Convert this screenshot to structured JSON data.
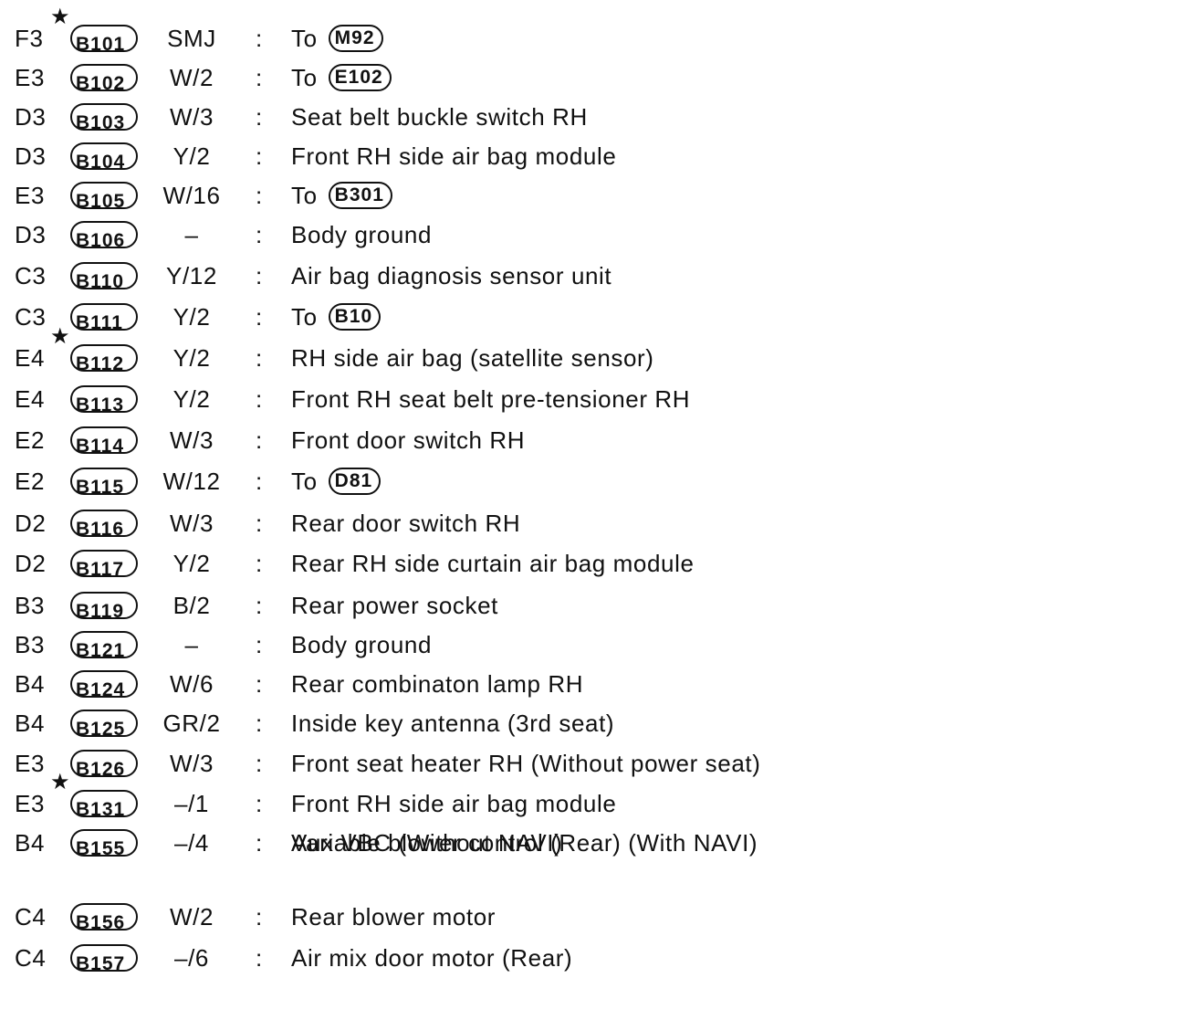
{
  "rows": [
    {
      "location": "F3",
      "star": "★",
      "connector": "B101",
      "type": "SMJ",
      "colon": ":",
      "description": "To",
      "to_connector": "M92"
    },
    {
      "location": "E3",
      "star": "",
      "connector": "B102",
      "type": "W/2",
      "colon": ":",
      "description": "To",
      "to_connector": "E102"
    },
    {
      "location": "D3",
      "star": "",
      "connector": "B103",
      "type": "W/3",
      "colon": ":",
      "description": "Seat belt buckle switch RH"
    },
    {
      "location": "D3",
      "star": "",
      "connector": "B104",
      "type": "Y/2",
      "colon": ":",
      "description": "Front RH side air bag module"
    },
    {
      "location": "E3",
      "star": "",
      "connector": "B105",
      "type": "W/16",
      "colon": ":",
      "description": "To",
      "to_connector": "B301"
    },
    {
      "location": "D3",
      "star": "",
      "connector": "B106",
      "type": "–",
      "colon": ":",
      "description": "Body ground"
    },
    {
      "location": "C3",
      "star": "",
      "connector": "B110",
      "type": "Y/12",
      "colon": ":",
      "description": "Air bag diagnosis sensor unit"
    },
    {
      "location": "C3",
      "star": "",
      "connector": "B111",
      "type": "Y/2",
      "colon": ":",
      "description": "To",
      "to_connector": "B10"
    },
    {
      "location": "E4",
      "star": "★",
      "connector": "B112",
      "type": "Y/2",
      "colon": ":",
      "description": "RH side air bag (satellite sensor)"
    },
    {
      "location": "E4",
      "star": "",
      "connector": "B113",
      "type": "Y/2",
      "colon": ":",
      "description": "Front RH seat belt pre-tensioner RH"
    },
    {
      "location": "E2",
      "star": "",
      "connector": "B114",
      "type": "W/3",
      "colon": ":",
      "description": "Front door switch RH"
    },
    {
      "location": "E2",
      "star": "",
      "connector": "B115",
      "type": "W/12",
      "colon": ":",
      "description": "To",
      "to_connector": "D81"
    },
    {
      "location": "D2",
      "star": "",
      "connector": "B116",
      "type": "W/3",
      "colon": ":",
      "description": "Rear door switch RH"
    },
    {
      "location": "D2",
      "star": "",
      "connector": "B117",
      "type": "Y/2",
      "colon": ":",
      "description": "Rear RH side curtain air bag module"
    },
    {
      "location": "B3",
      "star": "",
      "connector": "B119",
      "type": "B/2",
      "colon": ":",
      "description": "Rear power socket"
    },
    {
      "location": "B3",
      "star": "",
      "connector": "B121",
      "type": "–",
      "colon": ":",
      "description": "Body ground"
    },
    {
      "location": "B4",
      "star": "",
      "connector": "B124",
      "type": "W/6",
      "colon": ":",
      "description": "Rear combinaton lamp RH"
    },
    {
      "location": "B4",
      "star": "",
      "connector": "B125",
      "type": "GR/2",
      "colon": ":",
      "description": "Inside key antenna (3rd seat)"
    },
    {
      "location": "E3",
      "star": "",
      "connector": "B126",
      "type": "W/3",
      "colon": ":",
      "description": "Front seat heater RH (Without power seat)"
    },
    {
      "location": "E3",
      "star": "★",
      "connector": "B131",
      "type": "–/1",
      "colon": ":",
      "description": "Front RH side air bag module"
    },
    {
      "location": "B4",
      "star": "",
      "connector": "B155",
      "type": "–/4",
      "colon": ":",
      "description": "Aux VBC (Without NAVI)",
      "description2": "Variable blower control (Rear) (With NAVI)"
    },
    {
      "location": "C4",
      "star": "",
      "connector": "B156",
      "type": "W/2",
      "colon": ":",
      "description": "Rear blower motor"
    },
    {
      "location": "C4",
      "star": "",
      "connector": "B157",
      "type": "–/6",
      "colon": ":",
      "description": "Air mix door motor (Rear)"
    }
  ]
}
